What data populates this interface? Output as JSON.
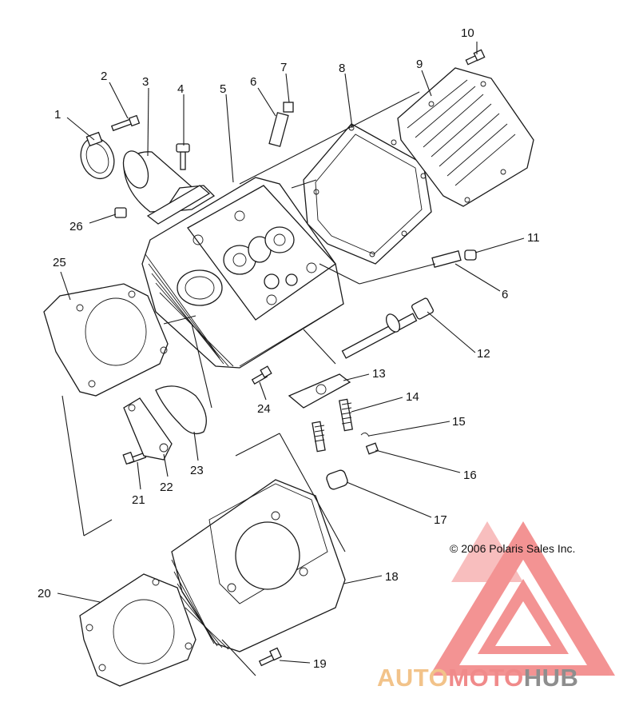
{
  "callouts": [
    "1",
    "2",
    "3",
    "4",
    "5",
    "6",
    "7",
    "8",
    "9",
    "10",
    "11",
    "6",
    "12",
    "13",
    "14",
    "15",
    "16",
    "17",
    "18",
    "19",
    "20",
    "21",
    "22",
    "23",
    "24",
    "25",
    "26"
  ],
  "copyright": "© 2006 Polaris Sales Inc.",
  "watermark": {
    "part1": "AUTO",
    "part2": "MOTO",
    "part3": "HUB",
    "colors": {
      "auto": "#f2c38a",
      "moto": "#f08a8a",
      "hub": "#8e8e8e",
      "triangle": "#f07070"
    }
  }
}
